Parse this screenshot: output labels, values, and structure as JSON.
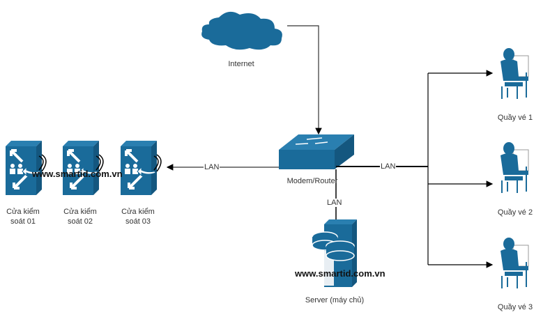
{
  "colors": {
    "icon_blue": "#1a6b9a",
    "line": "#000000",
    "text": "#333333"
  },
  "nodes": {
    "internet": {
      "label": "Internet",
      "icon": "cloud-icon"
    },
    "router": {
      "label": "Modem/Router",
      "icon": "switch-router-icon"
    },
    "server": {
      "label": "Server (máy chủ)",
      "icon": "database-server-icon"
    },
    "gates": [
      {
        "label_line1": "Cửa kiểm",
        "label_line2": "soát 01",
        "icon": "access-gate-icon"
      },
      {
        "label_line1": "Cửa kiểm",
        "label_line2": "soát 02",
        "icon": "access-gate-icon"
      },
      {
        "label_line1": "Cửa kiểm",
        "label_line2": "soát 03",
        "icon": "access-gate-icon"
      }
    ],
    "counters": [
      {
        "label": "Quầy vé 1",
        "icon": "ticket-clerk-icon"
      },
      {
        "label": "Quầy vé 2",
        "icon": "ticket-clerk-icon"
      },
      {
        "label": "Quầy vé 3",
        "icon": "ticket-clerk-icon"
      }
    ]
  },
  "edges": {
    "router_to_gates": "LAN",
    "router_to_counters": "LAN",
    "router_to_server": "LAN"
  },
  "watermarks": [
    "www.smartid.com.vn",
    "www.smartid.com.vn"
  ]
}
